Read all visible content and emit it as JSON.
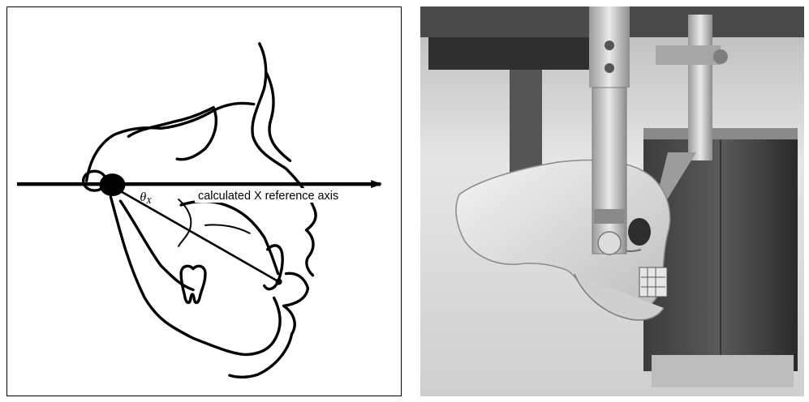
{
  "diagram": {
    "axis_label": "calculated X reference axis",
    "angle_label": "θ",
    "angle_subscript": "X"
  },
  "photo": {
    "subject": "skull mounted in cephalostat ear-rod holder in front of radiographic detector"
  }
}
